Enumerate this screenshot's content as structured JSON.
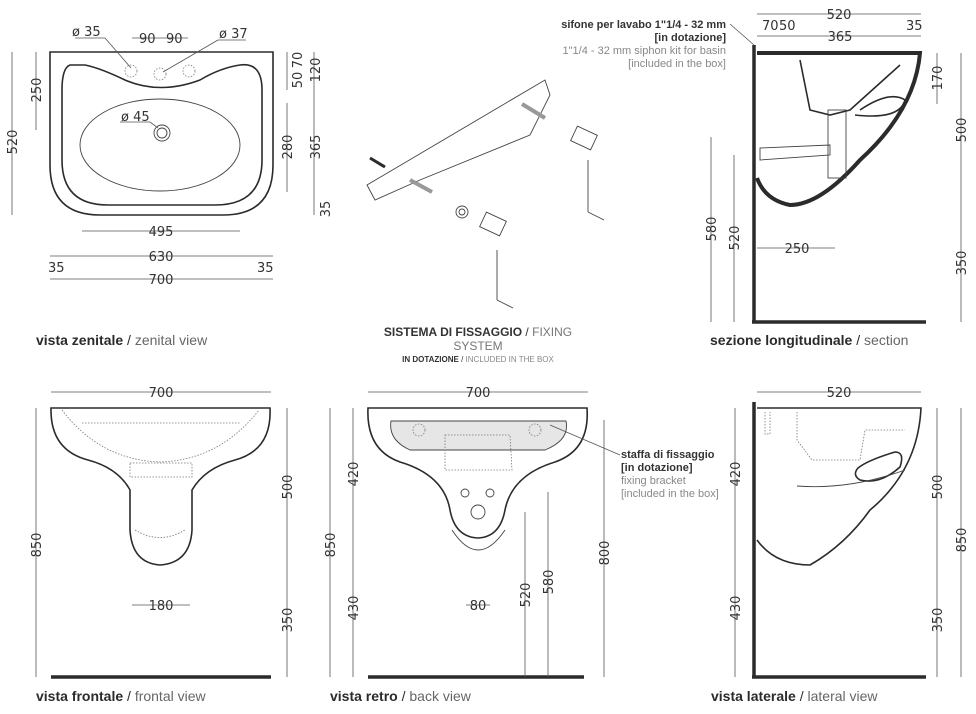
{
  "views": {
    "zenital": {
      "title_it": "vista zenitale",
      "title_en": "zenital view",
      "dims": {
        "hole_left": "ø 35",
        "hole_center": "ø 37",
        "drain": "ø 45",
        "spacing_left": "90",
        "spacing_right": "90",
        "total_depth": "520",
        "to_basin": "250",
        "top_50": "50",
        "top_70": "70",
        "top_120": "120",
        "basin_depth": "280",
        "inner_365": "365",
        "bottom_35": "35",
        "basin_width": "495",
        "inner_width": "630",
        "side_left": "35",
        "side_right": "35",
        "total_width": "700"
      }
    },
    "fixing": {
      "title_it": "SISTEMA DI FISSAGGIO",
      "title_en": "FIXING SYSTEM",
      "sub_it": "IN DOTAZIONE",
      "sub_en": "INCLUDED IN THE BOX"
    },
    "section": {
      "title_it": "sezione longitudinale",
      "title_en": "section",
      "note": {
        "it1": "sifone per lavabo 1\"1/4 - 32 mm",
        "it2": "[in dotazione]",
        "en1": "1\"1/4 - 32 mm siphon kit for basin",
        "en2": "[included in the box]"
      },
      "dims": {
        "total": "520",
        "d70": "70",
        "d50": "50",
        "d365": "365",
        "d35": "35",
        "d170": "170",
        "d500": "500",
        "d350": "350",
        "d580": "580",
        "d520": "520",
        "d250": "250"
      }
    },
    "frontal": {
      "title_it": "vista frontale",
      "title_en": "frontal view",
      "dims": {
        "width": "700",
        "height": "850",
        "upper": "500",
        "lower": "350",
        "pedestal": "180"
      }
    },
    "back": {
      "title_it": "vista retro",
      "title_en": "back view",
      "note": {
        "it1": "staffa di fissaggio",
        "it2": "[in dotazione]",
        "en1": "fixing bracket",
        "en2": "[included in the box]"
      },
      "dims": {
        "width": "700",
        "height": "850",
        "upper": "420",
        "lower": "430",
        "d80": "80",
        "d520": "520",
        "d580": "580",
        "d800": "800"
      }
    },
    "lateral": {
      "title_it": "vista laterale",
      "title_en": "lateral view",
      "dims": {
        "depth": "520",
        "upper": "420",
        "lower": "430",
        "d500": "500",
        "d350": "350",
        "d850": "850"
      }
    }
  }
}
